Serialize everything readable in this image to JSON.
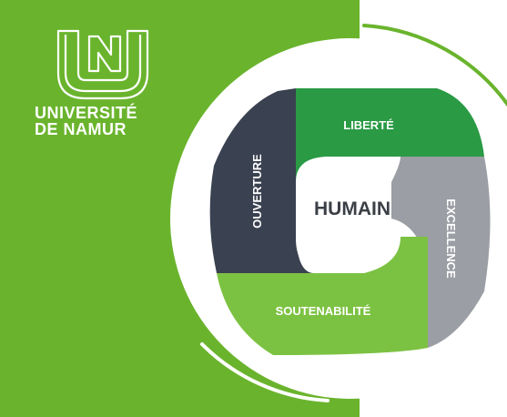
{
  "colors": {
    "brand_green": "#6ab42d",
    "liberte_green": "#2a9a45",
    "ouverture_dark": "#3a4150",
    "excellence_gray": "#9b9ea4",
    "soutenabilite_green": "#7cc242",
    "text_dark": "#3b3f46",
    "white": "#ffffff"
  },
  "brand": {
    "logo_icon": "unamur-logo-icon",
    "name_line1": "UNIVERSITÉ",
    "name_line2": "DE NAMUR"
  },
  "diagram": {
    "center_label": "HUMAIN",
    "segments": [
      {
        "id": "liberte",
        "label": "LIBERTÉ"
      },
      {
        "id": "excellence",
        "label": "EXCELLENCE"
      },
      {
        "id": "soutenabilite",
        "label": "SOUTENABILITÉ"
      },
      {
        "id": "ouverture",
        "label": "OUVERTURE"
      }
    ]
  }
}
